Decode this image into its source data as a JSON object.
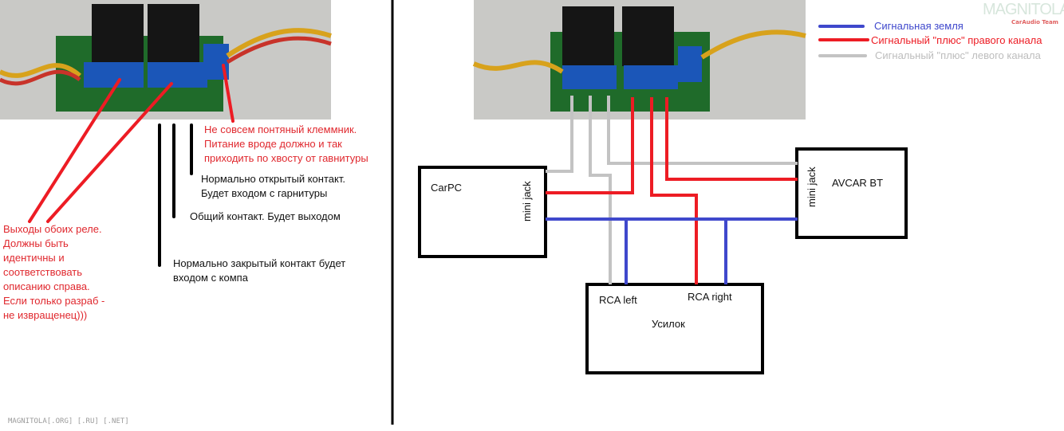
{
  "colors": {
    "ground": "#3f48cc",
    "right_plus": "#ed1c24",
    "left_plus": "#c3c3c3",
    "annotation_red": "#e0282e"
  },
  "left": {
    "terminal_note": [
      "Не совсем понтяный клеммник.",
      "Питание вроде должно и так",
      "приходить по хвосту от гавнитуры"
    ],
    "no_contact": [
      "Нормально открытый контакт.",
      "Будет входом с гарнитуры"
    ],
    "common_contact": "Общий контакт. Будет выходом",
    "nc_contact": [
      "Нормально закрытый контакт будет",
      "входом с компа"
    ],
    "outputs_note": [
      "Выходы обоих реле.",
      "Должны быть",
      "идентичны и",
      "соответствовать",
      "описанию справа.",
      "Если только разраб -",
      "не извращенец)))"
    ]
  },
  "legend": [
    {
      "label": "Сигнальная земля",
      "color": "#3f48cc"
    },
    {
      "label": "Сигнальный \"плюс\"  правого канала",
      "color": "#ed1c24"
    },
    {
      "label": "Сигнальный \"плюс\" левого канала",
      "color": "#c3c3c3"
    }
  ],
  "logo": {
    "text": "MAGNITOLA",
    "sub": "CarAudio Team"
  },
  "boxes": {
    "carpc": {
      "title": "CarPC",
      "jack": "mini jack"
    },
    "avcar": {
      "title": "AVCAR BT",
      "jack": "mini jack"
    },
    "amp": {
      "title": "Усилок",
      "rca_left": "RCA left",
      "rca_right": "RCA right"
    }
  },
  "watermark": "MAGNITOLA[.ORG] [.RU] [.NET]"
}
